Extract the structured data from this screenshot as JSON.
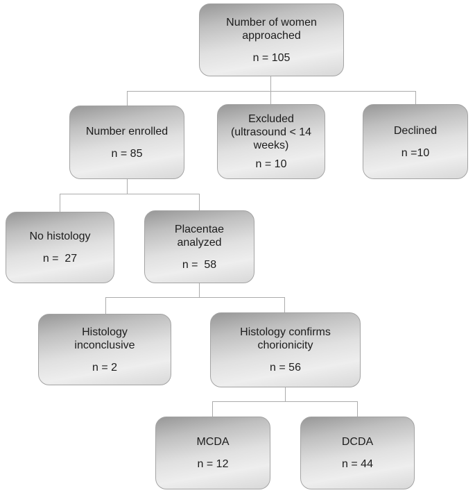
{
  "diagram": {
    "title": "Study enrollment flowchart",
    "type": "flowchart",
    "colors": {
      "background": "#ffffff",
      "box_border": "#a3a3a3",
      "box_gradient_top": "#979797",
      "box_gradient_bottom": "#d8d8d8",
      "connector_line": "#ababab",
      "text": "#1c1c1c"
    },
    "nodes": {
      "approached": {
        "label": "Number of women\napproached",
        "count": "n = 105"
      },
      "enrolled": {
        "label": "Number enrolled",
        "count": "n = 85"
      },
      "excluded": {
        "label": "Excluded\n(ultrasound < 14\nweeks)",
        "count": "n = 10"
      },
      "declined": {
        "label": "Declined",
        "count": "n =10"
      },
      "no_histology": {
        "label": "No histology",
        "count": "n =  27"
      },
      "placentae": {
        "label": "Placentae\nanalyzed",
        "count": "n =  58"
      },
      "inconclusive": {
        "label": "Histology\ninconclusive",
        "count": "n = 2"
      },
      "confirms": {
        "label": "Histology confirms\nchorionicity",
        "count": "n = 56"
      },
      "mcda": {
        "label": "MCDA",
        "count": "n = 12"
      },
      "dcda": {
        "label": "DCDA",
        "count": "n = 44"
      }
    },
    "edges": [
      "approached -> enrolled",
      "approached -> excluded",
      "approached -> declined",
      "enrolled -> no_histology",
      "enrolled -> placentae",
      "placentae -> inconclusive",
      "placentae -> confirms",
      "confirms -> mcda",
      "confirms -> dcda"
    ]
  }
}
